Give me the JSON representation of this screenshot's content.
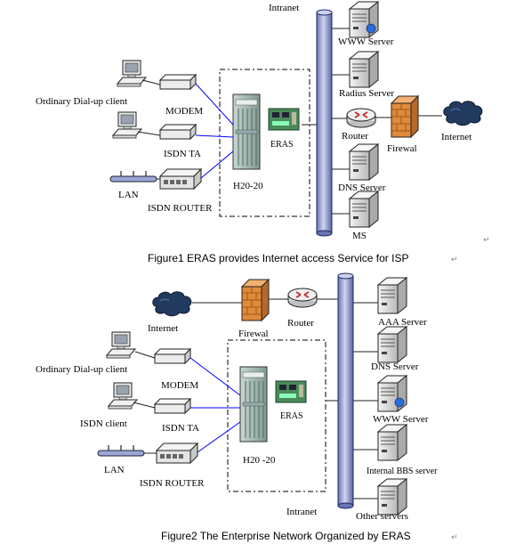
{
  "figure1": {
    "labels": {
      "intranet": "Intranet",
      "www_server": "WWW Server",
      "radius_server": "Radius Server",
      "router": "Router",
      "firewall": "Firewal",
      "internet": "Internet",
      "dns_server": "DNS Server",
      "ms": "MS",
      "dialup_client": "Ordinary Dial-up client",
      "modem": "MODEM",
      "isdn_ta": "ISDN TA",
      "lan": "LAN",
      "isdn_router": "ISDN ROUTER",
      "h2020": "H20-20",
      "eras": "ERAS"
    },
    "caption": "Figure1 ERAS provides Internet access Service for ISP",
    "caption_mark": "↵"
  },
  "figure2": {
    "labels": {
      "internet": "Internet",
      "firewall": "Firewal",
      "router": "Router",
      "aaa_server": "AAA Server",
      "dns_server": "DNS Server",
      "www_server": "WWW Server",
      "bbs_server": "Internal BBS server",
      "other_servers": "Other servers",
      "intranet": "Intranet",
      "dialup_client": "Ordinary Dial-up client",
      "modem": "MODEM",
      "isdn_client": "ISDN client",
      "isdn_ta": "ISDN TA",
      "lan": "LAN",
      "isdn_router": "ISDN ROUTER",
      "h2020": "H20 -20",
      "eras": "ERAS"
    },
    "caption": "Figure2 The Enterprise Network Organized by ERAS",
    "caption_mark": "↵"
  },
  "colors": {
    "backbone": "#aab0d8",
    "backbone_stroke": "#1a2a6a",
    "link": "#0000ff",
    "cloud": "#223a5e",
    "firewall": "#e08a3a",
    "server": "#d8d8d8",
    "board": "#4a8a5a"
  }
}
